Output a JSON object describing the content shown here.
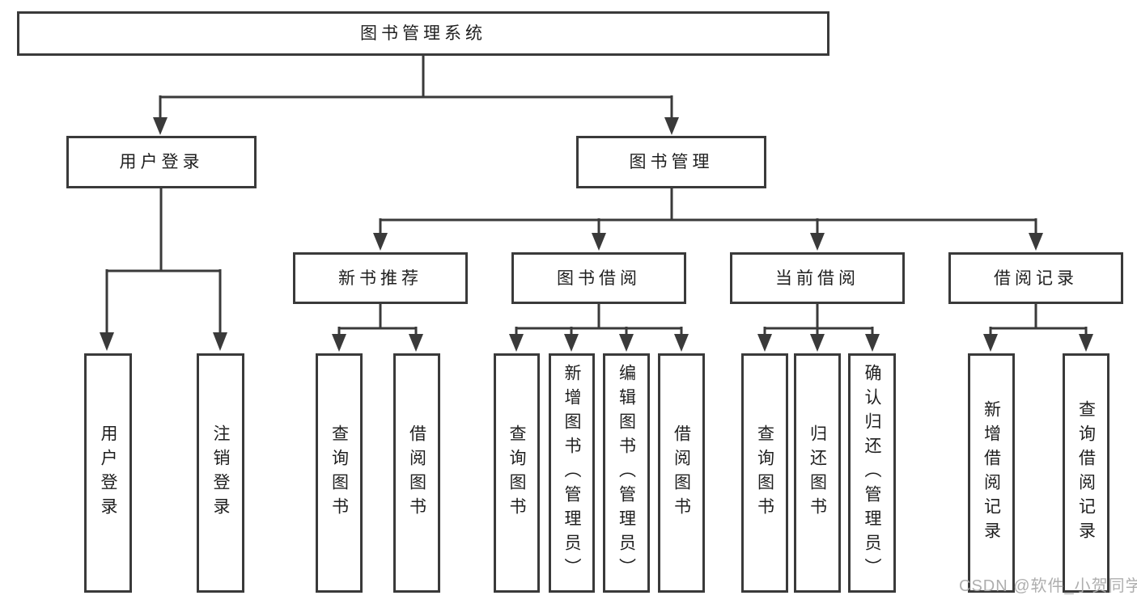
{
  "colors": {
    "line": "#3a3a3a",
    "box_border": "#3a3a3a",
    "text": "#1f1f1f",
    "watermark": "#aaaaaa"
  },
  "watermark": {
    "text": "CSDN @软件_小贺同学"
  },
  "tree": {
    "root": {
      "label": "图书管理系统",
      "children": [
        {
          "label": "用户登录",
          "children": [
            {
              "label": "用户登录"
            },
            {
              "label": "注销登录"
            }
          ]
        },
        {
          "label": "图书管理",
          "children": [
            {
              "label": "新书推荐",
              "children": [
                {
                  "label": "查询图书"
                },
                {
                  "label": "借阅图书"
                }
              ]
            },
            {
              "label": "图书借阅",
              "children": [
                {
                  "label": "查询图书"
                },
                {
                  "label": "新增图书（管理员）"
                },
                {
                  "label": "编辑图书（管理员）"
                },
                {
                  "label": "借阅图书"
                }
              ]
            },
            {
              "label": "当前借阅",
              "children": [
                {
                  "label": "查询图书"
                },
                {
                  "label": "归还图书"
                },
                {
                  "label": "确认归还（管理员）"
                }
              ]
            },
            {
              "label": "借阅记录",
              "children": [
                {
                  "label": "新增借阅记录"
                },
                {
                  "label": "查询借阅记录"
                }
              ]
            }
          ]
        }
      ]
    }
  }
}
